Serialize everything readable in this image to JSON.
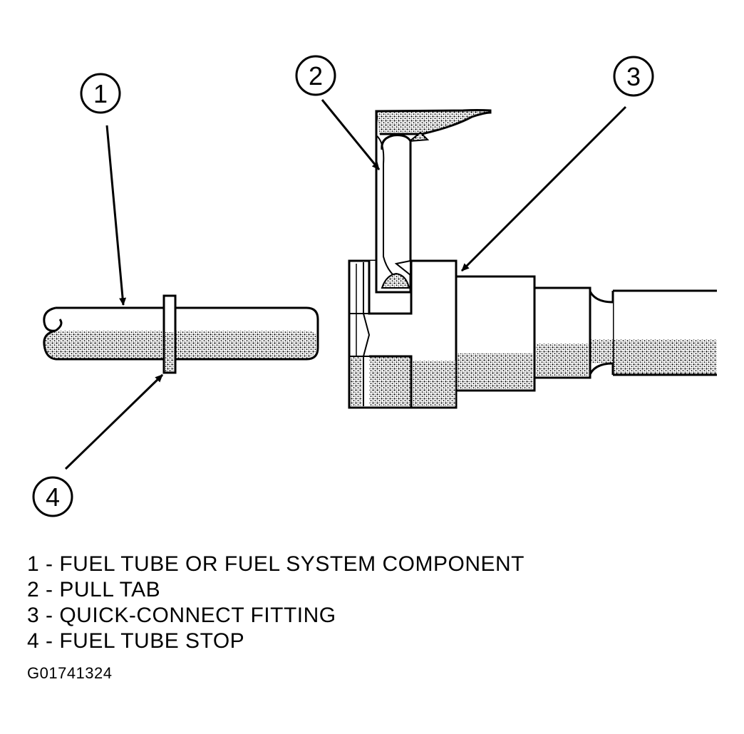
{
  "diagram": {
    "callouts": [
      {
        "number": "1",
        "target": "fuel-tube"
      },
      {
        "number": "2",
        "target": "pull-tab"
      },
      {
        "number": "3",
        "target": "quick-connect-fitting"
      },
      {
        "number": "4",
        "target": "fuel-tube-stop"
      }
    ]
  },
  "legend": [
    {
      "text": "1 - FUEL TUBE OR FUEL SYSTEM COMPONENT"
    },
    {
      "text": "2 - PULL TAB"
    },
    {
      "text": "3 - QUICK-CONNECT FITTING"
    },
    {
      "text": "4 - FUEL TUBE STOP"
    }
  ],
  "figure_id": "G01741324",
  "colors": {
    "ink": "#000000",
    "paper": "#ffffff",
    "shade": "#9a9a9a"
  }
}
